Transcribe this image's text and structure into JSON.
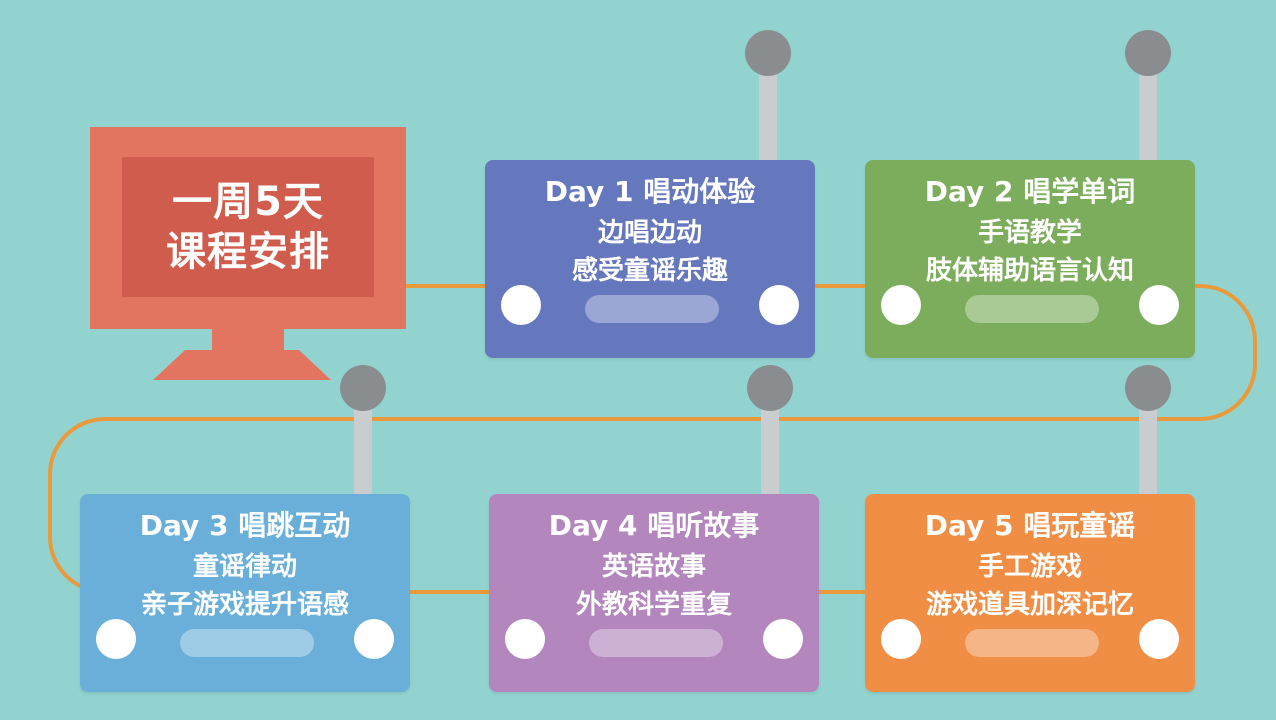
{
  "monitor": {
    "line1": "一周5天",
    "line2": "课程安排"
  },
  "cards": [
    {
      "title": "Day 1 唱动体验",
      "line1": "边唱边动",
      "line2": "感受童谣乐趣",
      "color": "#6577bd"
    },
    {
      "title": "Day 2 唱学单词",
      "line1": "手语教学",
      "line2": "肢体辅助语言认知",
      "color": "#7cad5c"
    },
    {
      "title": "Day 3 唱跳互动",
      "line1": "童谣律动",
      "line2": "亲子游戏提升语感",
      "color": "#6aafd9"
    },
    {
      "title": "Day 4 唱听故事",
      "line1": "英语故事",
      "line2": "外教科学重复",
      "color": "#b387bd"
    },
    {
      "title": "Day 5 唱玩童谣",
      "line1": "手工游戏",
      "line2": "游戏道具加深记忆",
      "color": "#f08e46"
    }
  ],
  "colors": {
    "background": "#92d3d0",
    "connector": "#e89a3d",
    "post": "#c9cdd0",
    "knob": "#8a8d90",
    "monitor": "#e37560"
  }
}
